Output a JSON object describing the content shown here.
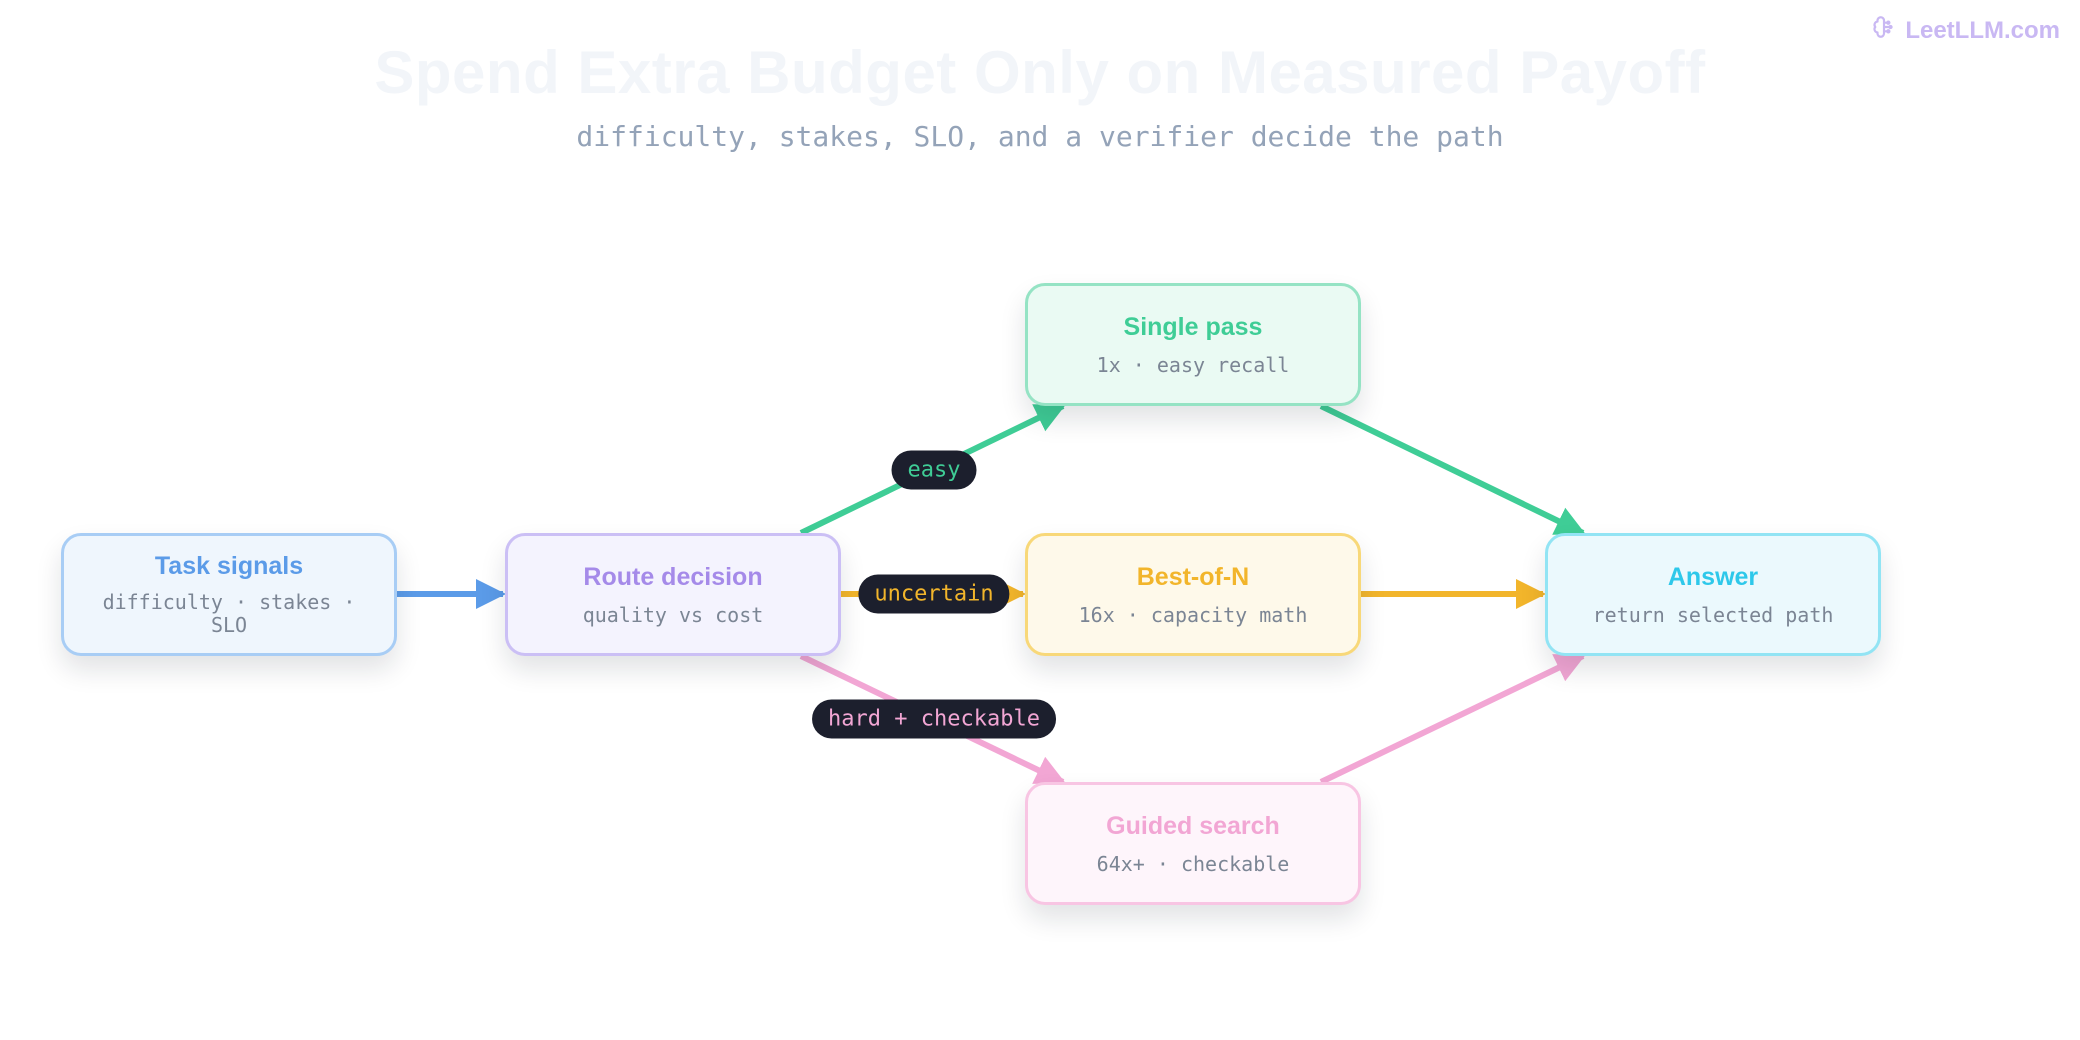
{
  "brand": {
    "text": "LeetLLM.com",
    "icon": "brain-icon"
  },
  "header": {
    "title": "Spend Extra Budget Only on Measured Payoff",
    "subtitle": "difficulty, stakes, SLO, and a verifier decide the path"
  },
  "nodes": {
    "task": {
      "title": "Task signals",
      "subtitle": "difficulty · stakes · SLO"
    },
    "route": {
      "title": "Route decision",
      "subtitle": "quality vs cost"
    },
    "single": {
      "title": "Single pass",
      "subtitle": "1x · easy recall"
    },
    "bon": {
      "title": "Best-of-N",
      "subtitle": "16x · capacity math"
    },
    "guided": {
      "title": "Guided search",
      "subtitle": "64x+ · checkable"
    },
    "answer": {
      "title": "Answer",
      "subtitle": "return selected path"
    }
  },
  "edge_labels": {
    "easy": "easy",
    "uncertain": "uncertain",
    "hard": "hard + checkable"
  },
  "colors": {
    "task": "#5b9be8",
    "route": "#a58ae9",
    "single": "#3fcd96",
    "bon": "#f2b52b",
    "guided": "#f2a6d4",
    "answer": "#2dc8ea",
    "pill_bg": "#1c1f2d"
  }
}
